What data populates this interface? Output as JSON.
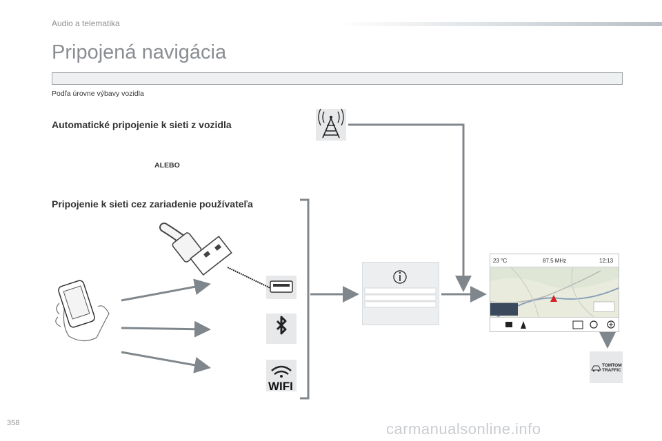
{
  "header": {
    "section_label": "Audio a telematika"
  },
  "page": {
    "title": "Pripojená navigácia",
    "subtitle": "Podľa úrovne výbavy vozidla",
    "page_number": "358"
  },
  "sections": {
    "auto_connection": "Automatické pripojenie k sieti z vozidla",
    "or_label": "ALEBO",
    "user_device_connection": "Pripojenie k sieti cez zariadenie používateľa"
  },
  "icons": {
    "antenna": "antenna-icon",
    "usb_cable": "usb-cable-icon",
    "usb_port": "usb-port-icon",
    "bluetooth": "bluetooth-icon",
    "wifi": "wifi-icon",
    "smartphone": "smartphone-hand-icon",
    "info": "info-icon"
  },
  "wifi_label": "WIFI",
  "screen": {
    "temperature": "23 °C",
    "frequency": "87.5 MHz",
    "time": "12:13"
  },
  "tomtom": {
    "line1": "TOMTOM",
    "line2": "TRAFFIC"
  },
  "watermark": "carmanualsonline.info",
  "colors": {
    "arrow": "#7f878d",
    "title_gray": "#8a8e92",
    "icon_bg": "#e6e8ea"
  }
}
